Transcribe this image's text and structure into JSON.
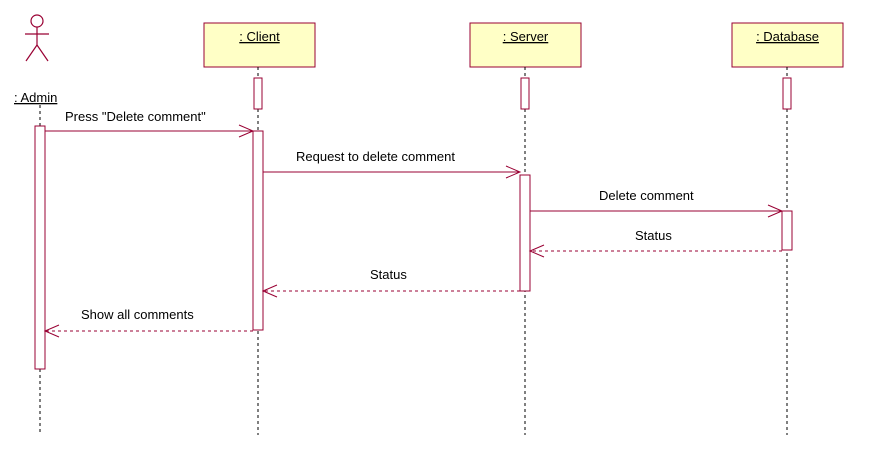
{
  "participants": {
    "admin": ": Admin",
    "client": ": Client",
    "server": ": Server",
    "database": ": Database"
  },
  "messages": {
    "m1": "Press \"Delete comment\"",
    "m2": "Request to delete comment",
    "m3": "Delete comment",
    "m4": "Status",
    "m5": "Status",
    "m6": "Show all comments"
  },
  "colors": {
    "line": "#990033",
    "box_fill": "#ffffc6"
  }
}
